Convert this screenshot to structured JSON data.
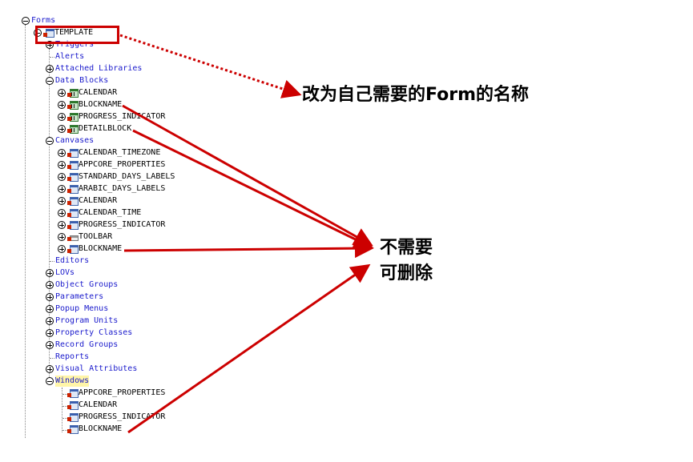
{
  "tree": {
    "root": "Forms",
    "form": "TEMPLATE",
    "triggers": "Triggers",
    "alerts": "Alerts",
    "attached_libraries": "Attached Libraries",
    "data_blocks": {
      "label": "Data Blocks",
      "items": [
        "CALENDAR",
        "BLOCKNAME",
        "PROGRESS_INDICATOR",
        "DETAILBLOCK"
      ]
    },
    "canvases": {
      "label": "Canvases",
      "items": [
        "CALENDAR_TIMEZONE",
        "APPCORE_PROPERTIES",
        "STANDARD_DAYS_LABELS",
        "ARABIC_DAYS_LABELS",
        "CALENDAR",
        "CALENDAR_TIME",
        "PROGRESS_INDICATOR",
        "TOOLBAR",
        "BLOCKNAME"
      ]
    },
    "editors": "Editors",
    "lovs": "LOVs",
    "object_groups": "Object Groups",
    "parameters": "Parameters",
    "popup_menus": "Popup Menus",
    "program_units": "Program Units",
    "property_classes": "Property Classes",
    "record_groups": "Record Groups",
    "reports": "Reports",
    "visual_attributes": "Visual Attributes",
    "windows": {
      "label": "Windows",
      "items": [
        "APPCORE_PROPERTIES",
        "CALENDAR",
        "PROGRESS_INDICATOR",
        "BLOCKNAME"
      ]
    }
  },
  "annotations": {
    "rename_note": "改为自己需要的Form的名称",
    "delete_note_line1": "不需要",
    "delete_note_line2": "可删除"
  },
  "colors": {
    "category_text": "#1a1acc",
    "item_text": "#000000",
    "annotation_red": "#cc0000",
    "selected_highlight": "#fff5a8"
  }
}
